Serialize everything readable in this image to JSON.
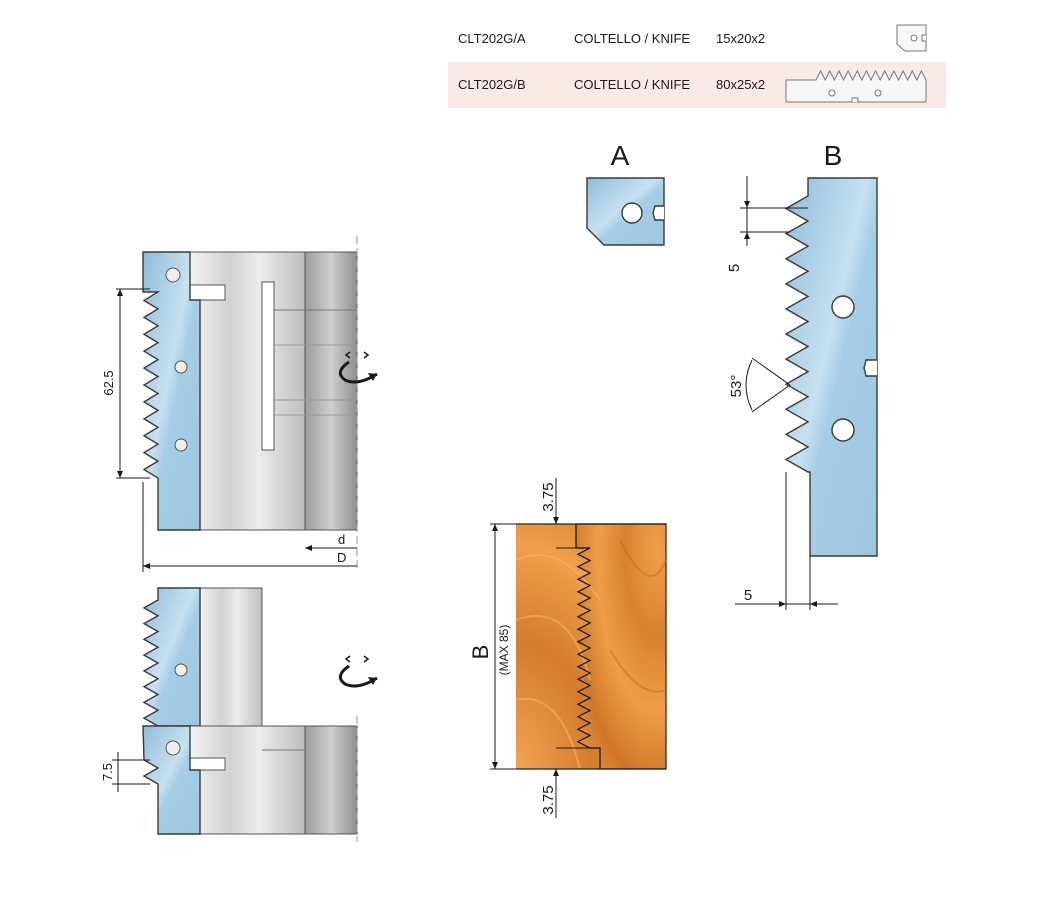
{
  "products": [
    {
      "code": "CLT202G/A",
      "description": "COLTELLO / KNIFE",
      "size": "15x20x2",
      "icon": "knife-a-thumbnail-icon"
    },
    {
      "code": "CLT202G/B",
      "description": "COLTELLO / KNIFE",
      "size": "80x25x2",
      "icon": "knife-b-thumbnail-icon"
    }
  ],
  "detail_labels": {
    "a": "A",
    "b": "B"
  },
  "knife_b_dims": {
    "tooth_pitch": "5",
    "tooth_angle": "53°",
    "offset": "5"
  },
  "cutter_dims": {
    "height": "62.5",
    "bore": "d",
    "diameter": "D",
    "step": "7.5"
  },
  "workpiece_dims": {
    "top": "3.75",
    "bottom": "3.75",
    "height_label": "B",
    "height_note": "(MAX 85)"
  },
  "colors": {
    "knife_blue": "#a9cfe8",
    "steel_gray": "#d9d9d9",
    "wood_orange": "#e08c3c",
    "row_highlight": "#fbe9e6"
  }
}
